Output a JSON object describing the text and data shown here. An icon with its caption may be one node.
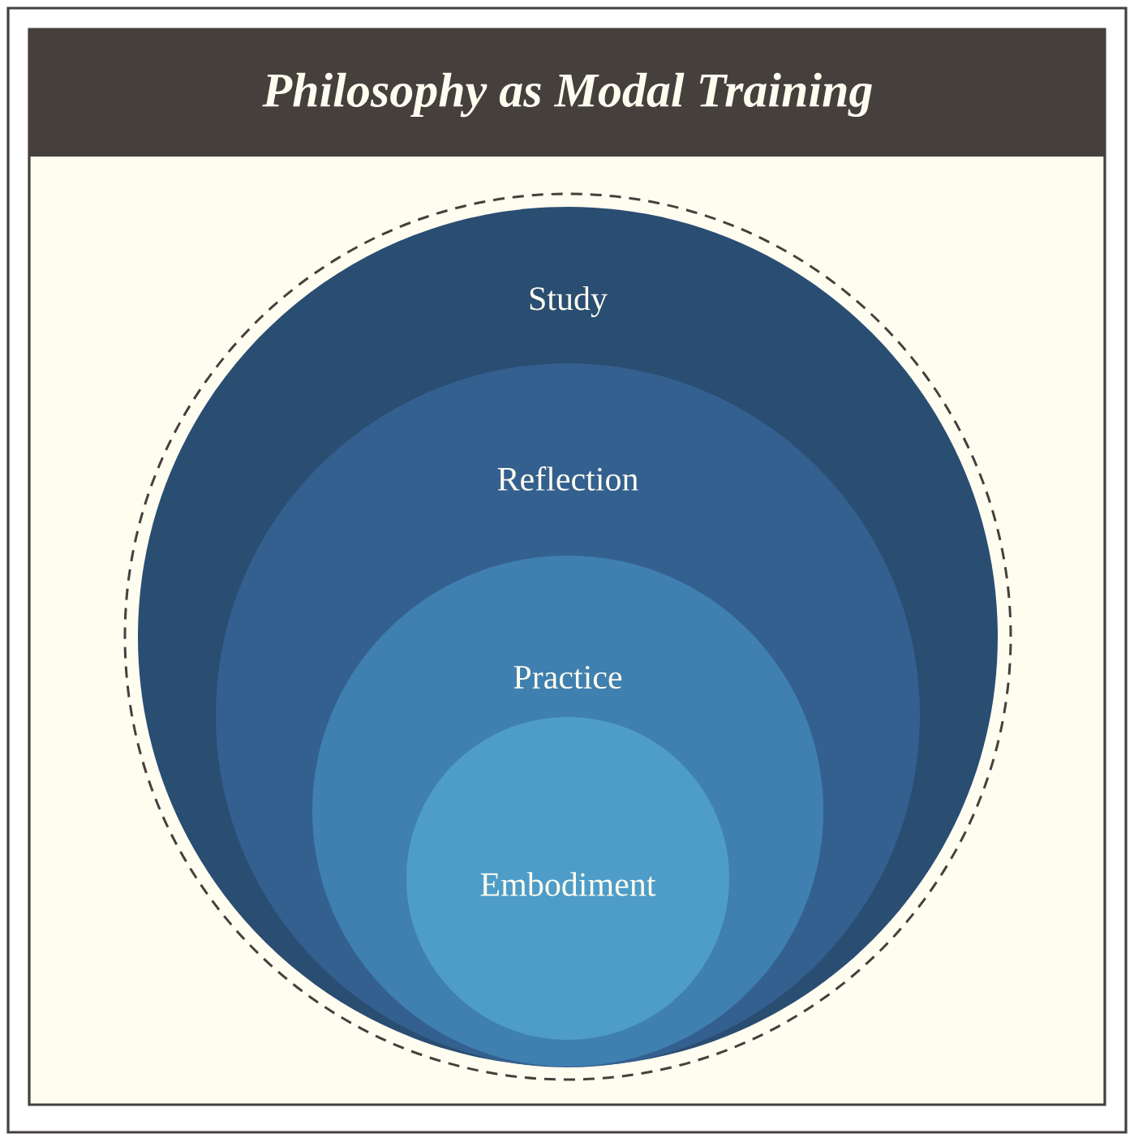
{
  "diagram": {
    "title": "Philosophy as Modal Training",
    "nodes": [
      {
        "text": [],
        "shape": "circle"
      },
      {
        "text": [
          "Study"
        ],
        "in": 0
      },
      {
        "text": [
          "Reflection"
        ],
        "in": 1
      },
      {
        "text": [
          "Practice"
        ],
        "in": 2
      },
      {
        "text": [
          "Embodiment"
        ],
        "in": 3
      }
    ]
  }
}
